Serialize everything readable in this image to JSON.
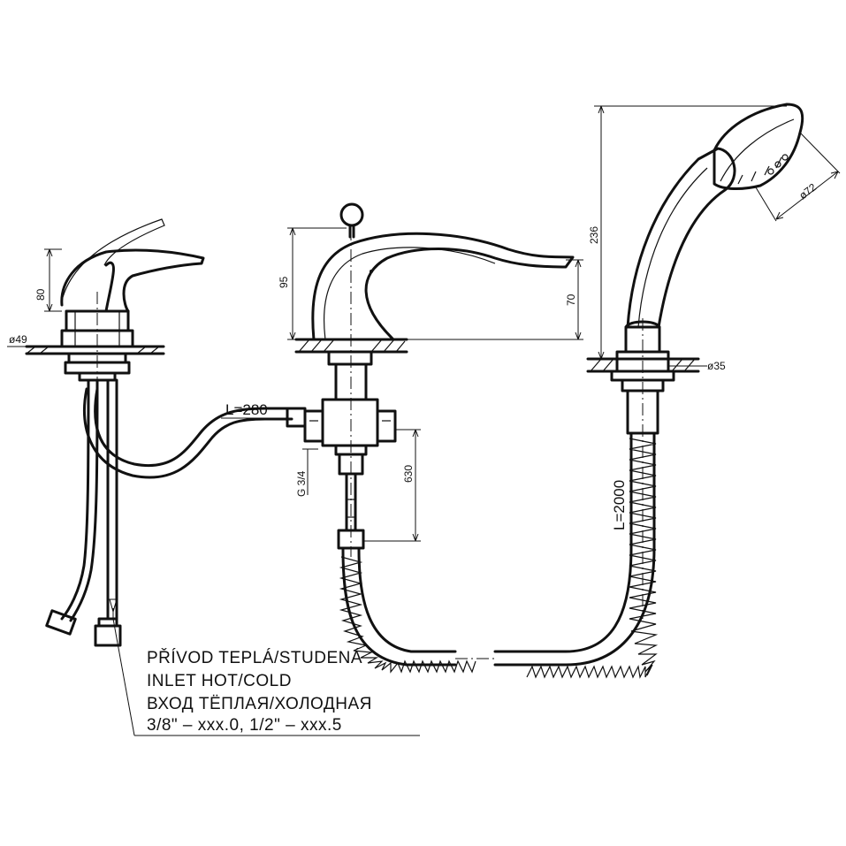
{
  "dimensions": {
    "mixer_height": "80",
    "mixer_diameter": "ø49",
    "spout_height": "95",
    "spout_outlet_height": "70",
    "connector_thread": "G 3/4",
    "connector_length": "630",
    "hose_short_length": "L=280",
    "hose_long_length": "L=2000",
    "shower_holder_diameter": "ø35",
    "shower_height": "236",
    "shower_head_diameter": "ø72"
  },
  "inlet_note": {
    "line1": "PŘÍVOD TEPLÁ/STUDENÁ",
    "line2": "INLET HOT/COLD",
    "line3": "ВХОД ТЁПЛАЯ/ХОЛОДНАЯ",
    "line4": "3/8\" – xxx.0,  1/2\" – xxx.5"
  }
}
